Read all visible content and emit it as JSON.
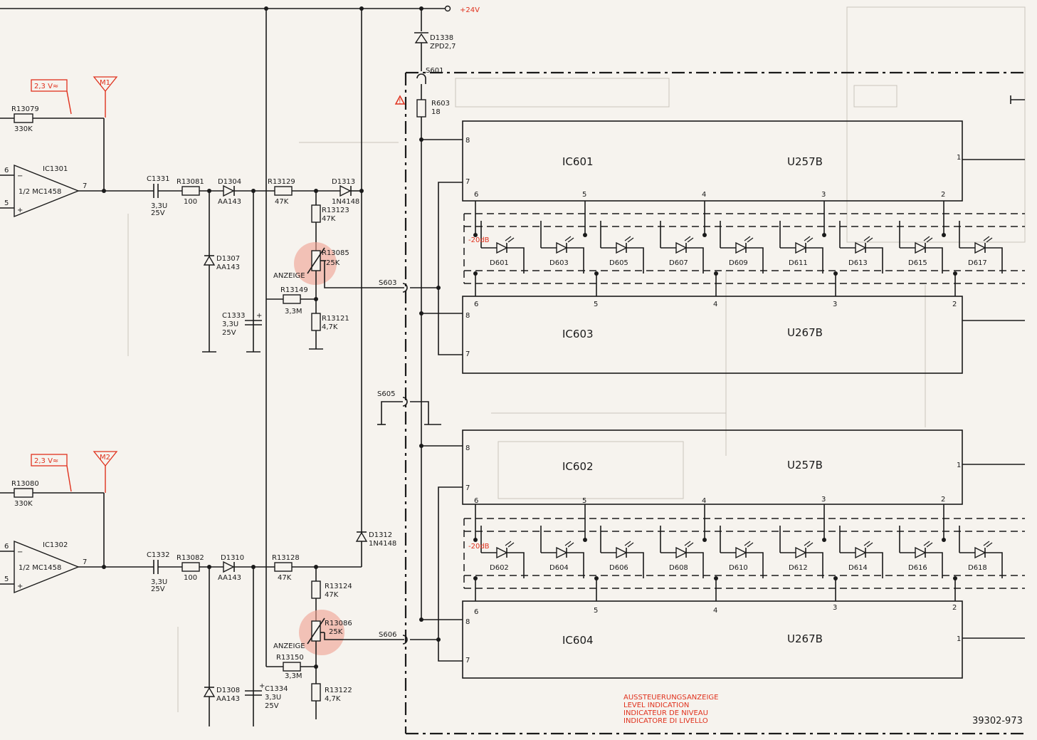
{
  "supply": {
    "label": "+24V",
    "color": "#e0311d"
  },
  "top_refs": {
    "d1338": "D1338",
    "d1338_type": "ZPD2,7",
    "s601": "S601",
    "r603": "R603",
    "r603_val": "18"
  },
  "channel1": {
    "voltage": "2,3 V≈",
    "meas_point": "M1",
    "r_in": "R13079",
    "r_in_val": "330K",
    "ic": "IC1301",
    "ic_type": "1/2 MC1458",
    "pin_minus": "6",
    "pin_plus": "5",
    "pin_out": "7",
    "cap": "C1331",
    "cap_val": "3,3U",
    "cap_v": "25V",
    "r_series": "R13081",
    "r_series_val": "100",
    "diode_a": "D1304",
    "diode_a_type": "AA143",
    "diode_b": "D1307",
    "diode_b_type": "AA143",
    "cap2": "C1333",
    "cap2_val": "3,3U",
    "cap2_v": "25V",
    "r2": "R13129",
    "r2_val": "47K",
    "diode_c": "D1313",
    "diode_c_type": "1N4148",
    "r3": "R13123",
    "r3_val": "47K",
    "pot": "R13085",
    "pot_val": "25K",
    "anzeige": "ANZEIGE",
    "r4": "R13149",
    "r4_val": "3,3M",
    "r5": "R13121",
    "r5_val": "4,7K",
    "conn": "S603"
  },
  "channel2": {
    "voltage": "2,3 V≈",
    "meas_point": "M2",
    "r_in": "R13080",
    "r_in_val": "330K",
    "ic": "IC1302",
    "ic_type": "1/2 MC1458",
    "pin_minus": "6",
    "pin_plus": "5",
    "pin_out": "7",
    "cap": "C1332",
    "cap_val": "3,3U",
    "cap_v": "25V",
    "r_series": "R13082",
    "r_series_val": "100",
    "diode_a": "D1310",
    "diode_a_type": "AA143",
    "diode_b": "D1308",
    "diode_b_type": "AA143",
    "cap2": "C1334",
    "cap2_val": "3,3U",
    "cap2_v": "25V",
    "r2": "R13128",
    "r2_val": "47K",
    "diode_c": "D1312",
    "diode_c_type": "1N4148",
    "r3": "R13124",
    "r3_val": "47K",
    "pot": "R13086",
    "pot_val": "25K",
    "anzeige": "ANZEIGE",
    "r4": "R13150",
    "r4_val": "3,3M",
    "r5": "R13122",
    "r5_val": "4,7K",
    "conn": "S606"
  },
  "s605": "S605",
  "ics": [
    {
      "ref": "IC601",
      "type": "U257B"
    },
    {
      "ref": "IC603",
      "type": "U267B"
    },
    {
      "ref": "IC602",
      "type": "U257B"
    },
    {
      "ref": "IC604",
      "type": "U267B"
    }
  ],
  "ic_pins": {
    "p1": "1",
    "p2": "2",
    "p3": "3",
    "p4": "4",
    "p5": "5",
    "p6": "6",
    "p7": "7",
    "p8": "8"
  },
  "db_label": "-20dB",
  "leds_top": [
    "D601",
    "D603",
    "D605",
    "D607",
    "D609",
    "D611",
    "D613",
    "D615",
    "D617"
  ],
  "leds_bottom": [
    "D602",
    "D604",
    "D606",
    "D608",
    "D610",
    "D612",
    "D614",
    "D616",
    "D618"
  ],
  "title_block": {
    "line1": "AUSSTEUERUNGSANZEIGE",
    "line2": "LEVEL INDICATION",
    "line3": "INDICATEUR DE NIVEAU",
    "line4": "INDICATORE DI LIVELLO"
  },
  "doc_number": "39302-973"
}
